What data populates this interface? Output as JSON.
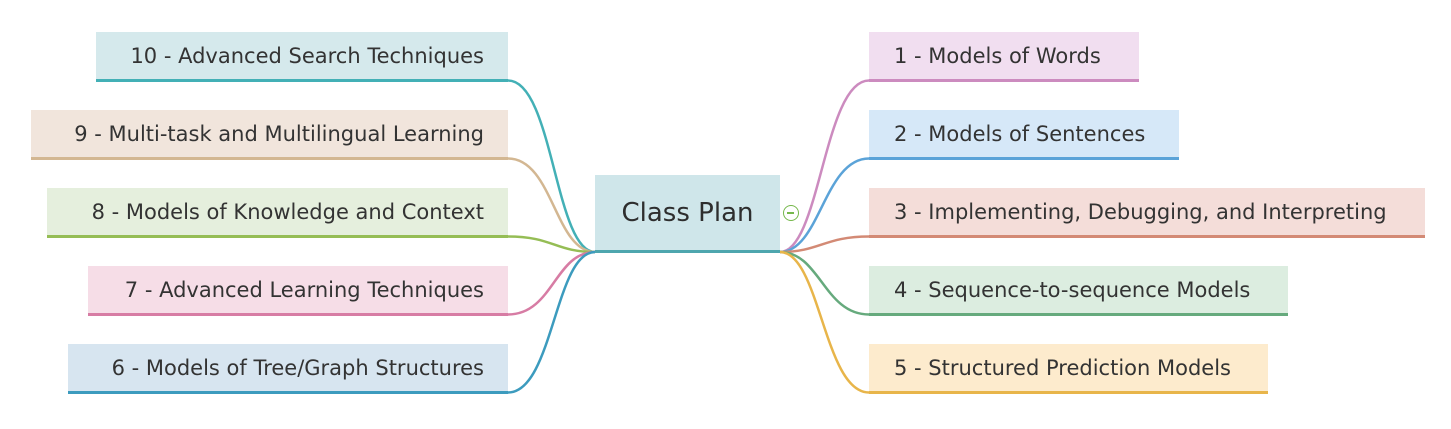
{
  "central": {
    "label": "Class Plan"
  },
  "branches_left": [
    {
      "label": "10 - Advanced Search Techniques",
      "color": "#43b0b6",
      "fill": "#d5e9ec"
    },
    {
      "label": "9 - Multi-task and Multilingual Learning",
      "color": "#d3b792",
      "fill": "#f1e5dc"
    },
    {
      "label": "8 - Models of Knowledge and Context",
      "color": "#95bd55",
      "fill": "#e5efdd"
    },
    {
      "label": "7 - Advanced Learning Techniques",
      "color": "#d77ca4",
      "fill": "#f6dde7"
    },
    {
      "label": "6 - Models of Tree/Graph Structures",
      "color": "#3c9bbe",
      "fill": "#d7e5f0"
    }
  ],
  "branches_right": [
    {
      "label": "1 - Models of Words",
      "color": "#cc8bbf",
      "fill": "#f1def0"
    },
    {
      "label": "2 - Models of Sentences",
      "color": "#5ba3d8",
      "fill": "#d6e8f8"
    },
    {
      "label": "3 - Implementing, Debugging, and Interpreting",
      "color": "#d38a75",
      "fill": "#f4ddd9"
    },
    {
      "label": "4 - Sequence-to-sequence Models",
      "color": "#66aa7d",
      "fill": "#dcede0"
    },
    {
      "label": "5 - Structured Prediction Models",
      "color": "#e8b54a",
      "fill": "#fdebcd"
    }
  ],
  "collapse_icon": "collapse-minus-icon"
}
